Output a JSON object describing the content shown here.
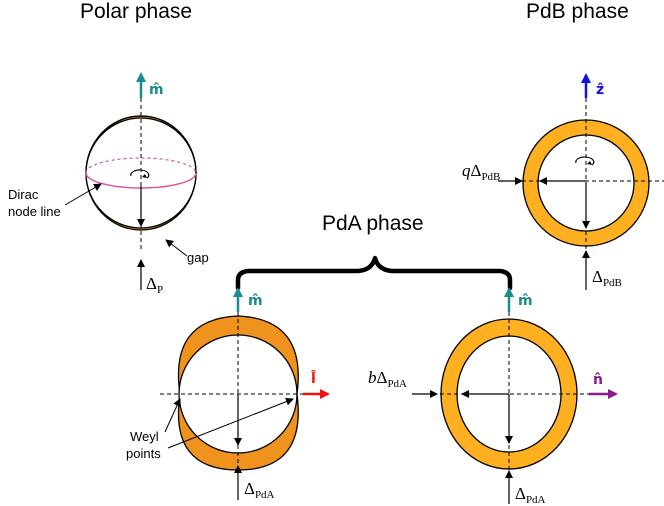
{
  "titles": {
    "polar": "Polar phase",
    "pdb": "PdB phase",
    "pda": "PdA phase"
  },
  "polar": {
    "axis_label": "m̂",
    "dirac_line1": "Dirac",
    "dirac_line2": "node line",
    "gap_label": "gap",
    "delta": "Δ",
    "delta_sub": "P"
  },
  "pdb": {
    "axis_label": "ẑ",
    "delta": "Δ",
    "delta_sub": "PdB",
    "q_prefix": "q",
    "q_delta": "Δ",
    "q_sub": "PdB"
  },
  "pda_left": {
    "axis_label": "m̂",
    "side_label": "l̂",
    "weyl_line1": "Weyl",
    "weyl_line2": "points",
    "delta": "Δ",
    "delta_sub": "PdA"
  },
  "pda_right": {
    "axis_label": "m̂",
    "side_label": "n̂",
    "b_prefix": "b",
    "b_delta": "Δ",
    "b_sub": "PdA",
    "delta": "Δ",
    "delta_sub": "PdA"
  },
  "colors": {
    "dark_orange": "#F0921E",
    "light_orange": "#FFB020",
    "teal": "#1A8C8C",
    "blue": "#1010E0",
    "red": "#EE1111",
    "purple": "#8B1A8B",
    "pink": "#E0509A"
  }
}
